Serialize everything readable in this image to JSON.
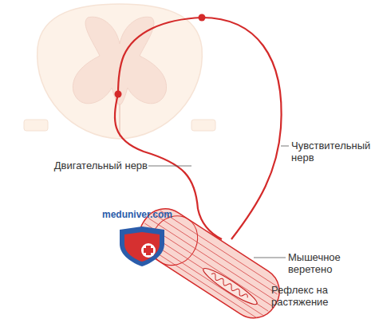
{
  "diagram": {
    "labels": [
      "Двигательный нерв",
      "Чувствительный нерв",
      "Мышечное веретено",
      "Рефлекс на растяжение",
      "meduniver.com"
    ]
  }
}
